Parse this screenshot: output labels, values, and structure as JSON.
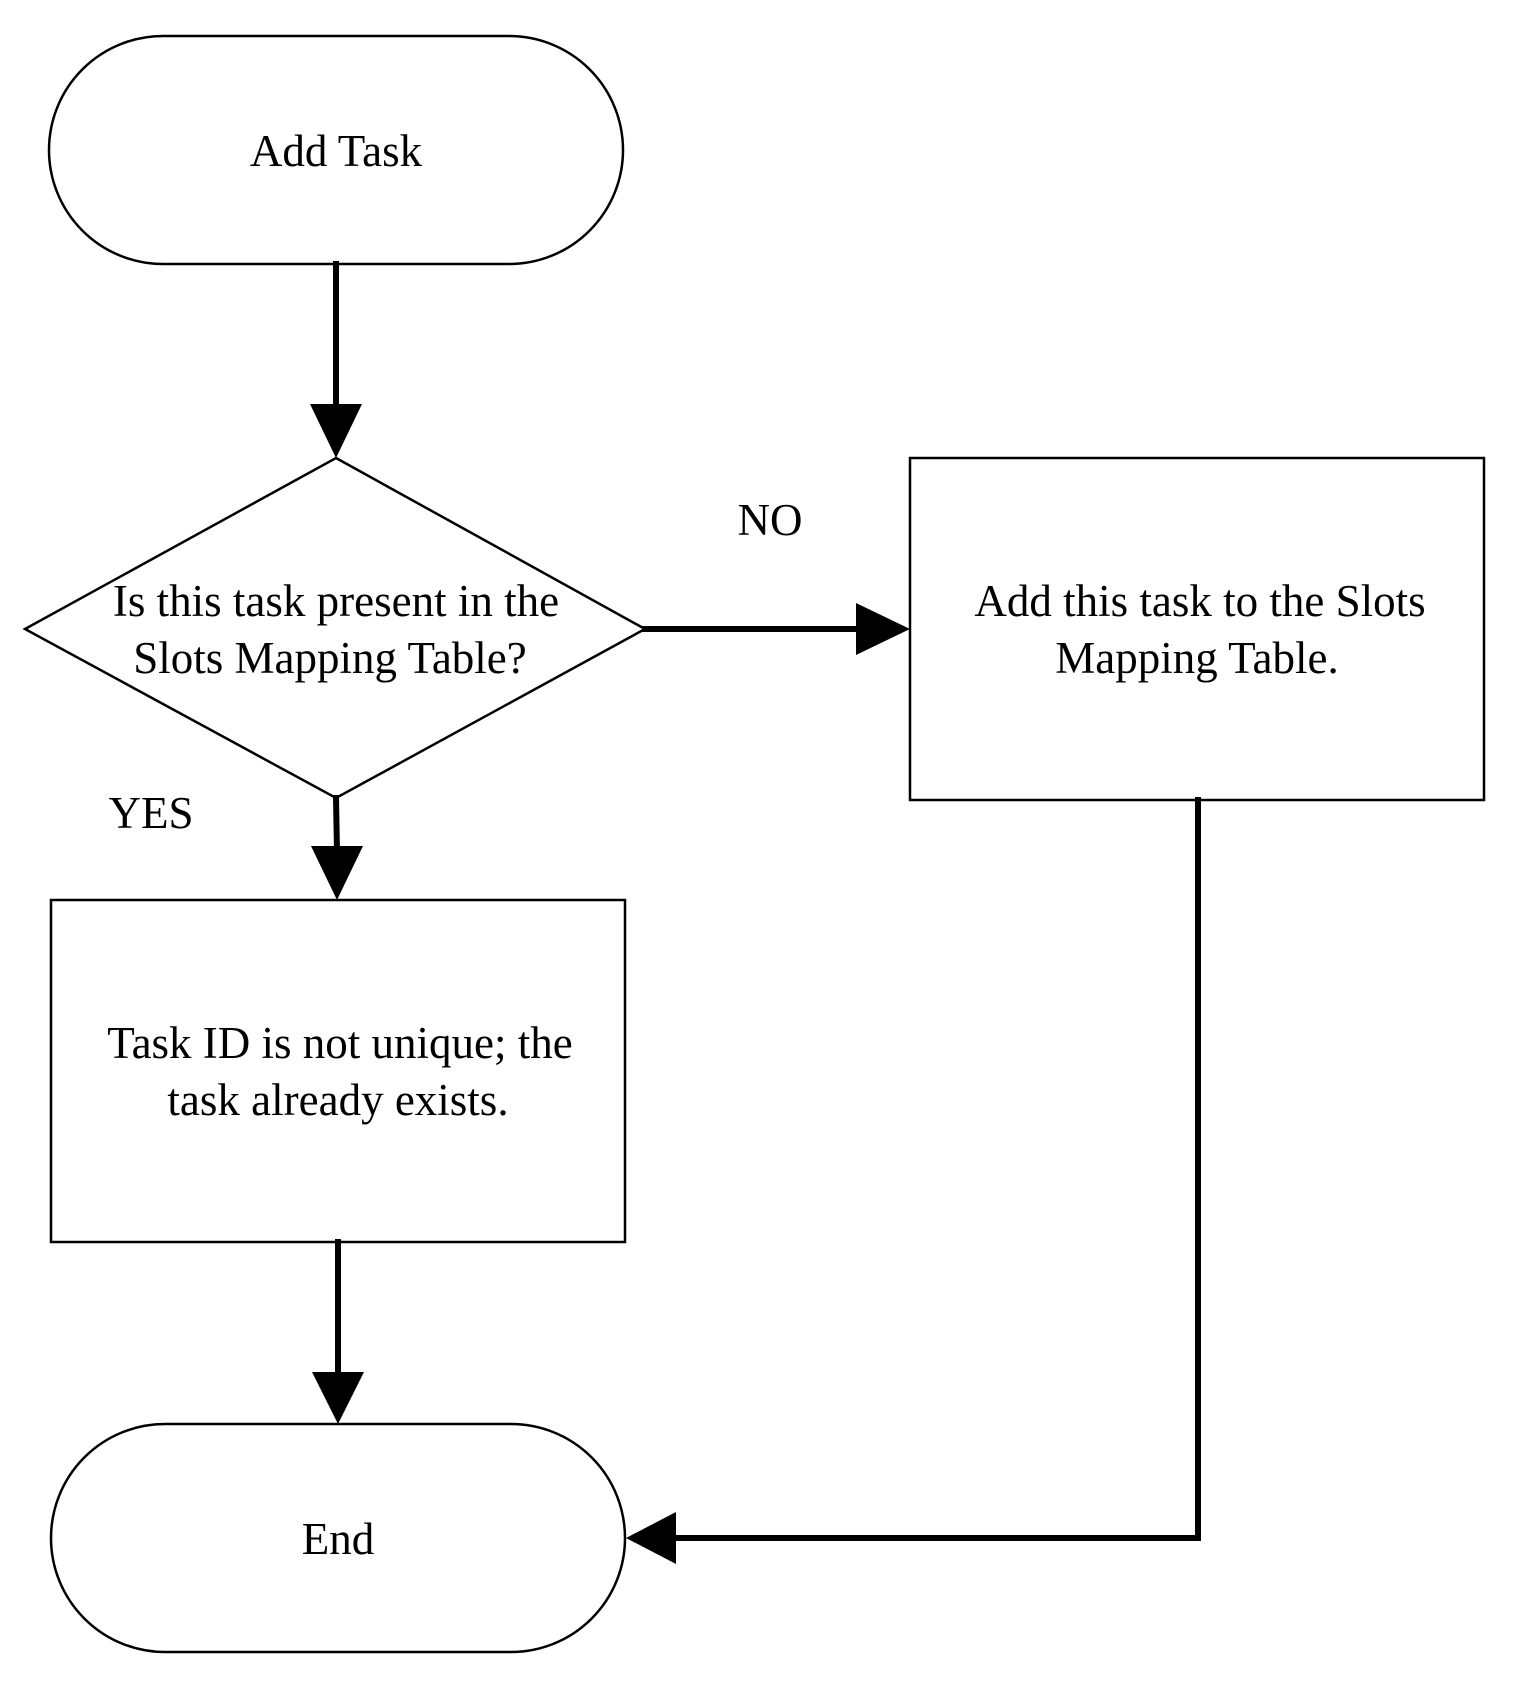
{
  "diagram": {
    "nodes": {
      "start": {
        "label": "Add Task"
      },
      "decision": {
        "line1": "Is this task present in the",
        "line2": "Slots Mapping Table?"
      },
      "add_process": {
        "line1": "Add this task to the Slots",
        "line2": "Mapping Table."
      },
      "exists_process": {
        "line1": "Task ID is not unique; the",
        "line2": "task already exists."
      },
      "end": {
        "label": "End"
      }
    },
    "edges": {
      "no_label": "NO",
      "yes_label": "YES"
    }
  }
}
